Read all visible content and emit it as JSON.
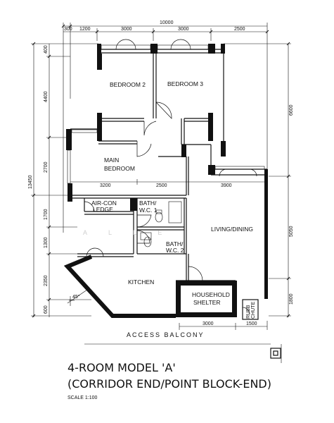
{
  "plan": {
    "rooms": {
      "bedroom2": "BEDROOM 2",
      "bedroom3": "BEDROOM 3",
      "main_bedroom_line1": "MAIN",
      "main_bedroom_line2": "BEDROOM",
      "aircon_line1": "AIR-CON",
      "aircon_line2": "LEDGE",
      "bath1_line1": "BATH/",
      "bath1_line2": "W.C. 1",
      "bath2_line1": "BATH/",
      "bath2_line2": "W.C. 2",
      "living_dining": "LIVING/DINING",
      "kitchen": "KITCHEN",
      "shelter_line1": "HOUSEHOLD",
      "shelter_line2": "SHELTER",
      "refuse_chute_line1": "RUBB",
      "refuse_chute_line2": "CHUTE"
    },
    "dimensions": {
      "top_total": "10000",
      "top_segments": [
        "300",
        "1200",
        "3000",
        "3000",
        "2500"
      ],
      "left_total": "13450",
      "left_segments": [
        "400",
        "4400",
        "2700",
        "1700",
        "1300",
        "2350",
        "600"
      ],
      "right_upper": "6600",
      "right_middle": "5050",
      "right_lower": "1800",
      "inner_3200": "3200",
      "inner_2500": "2500",
      "inner_3900": "3900",
      "bottom_3000": "3000",
      "bottom_1500": "1500",
      "angle": "45°"
    },
    "access_balcony": "ACCESS BALCONY",
    "watermark": "A L L E"
  },
  "caption": {
    "title": "4-ROOM MODEL 'A'",
    "subtitle": "(CORRIDOR END/POINT BLOCK-END)",
    "scale": "SCALE 1:100"
  }
}
